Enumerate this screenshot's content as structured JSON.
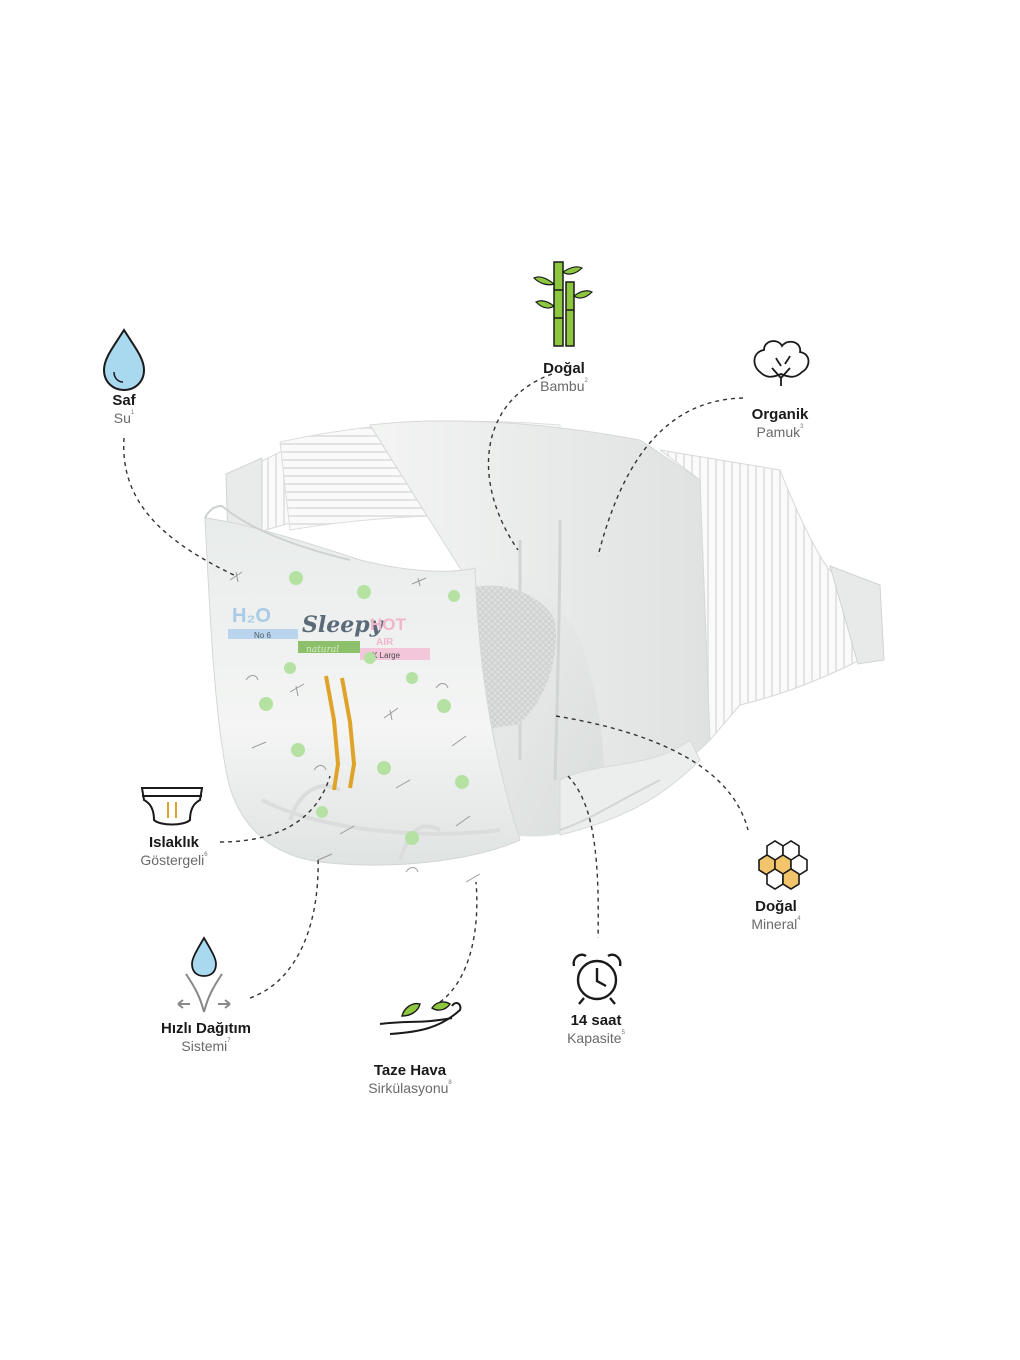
{
  "features": {
    "saf_su": {
      "title": "Saf",
      "sub": "Su",
      "note": "1"
    },
    "dogal_bambu": {
      "title": "Doğal",
      "sub": "Bambu",
      "note": "2"
    },
    "organik_pamuk": {
      "title": "Organik",
      "sub": "Pamuk",
      "note": "3"
    },
    "dogal_mineral": {
      "title": "Doğal",
      "sub": "Mineral",
      "note": "4"
    },
    "kapasite": {
      "title": "14 saat",
      "sub": "Kapasite",
      "note": "5"
    },
    "islaklik": {
      "title": "Islaklık",
      "sub": "Göstergeli",
      "note": "6"
    },
    "hizli_dagitim": {
      "title": "Hızlı Dağıtım",
      "sub": "Sistemi",
      "note": "7"
    },
    "taze_hava": {
      "title": "Taze Hava",
      "sub": "Sirkülasyonu",
      "note": "8"
    }
  },
  "diaper_print": {
    "h2o": "H₂O",
    "brand": "Sleepy",
    "brand_sub": "natural",
    "hot": "HOT",
    "air": "AIR",
    "size_no": "No 6",
    "size_name": "X Large"
  },
  "colors": {
    "water": "#a9d9ef",
    "bamboo": "#8dc63f",
    "mineral": "#f2c46b",
    "indicator": "#e0a32a",
    "dots": "#b5e2a3",
    "blue_band": "#b9d4ec",
    "green_band": "#8cc06a",
    "pink_band": "#f3c6d9"
  }
}
